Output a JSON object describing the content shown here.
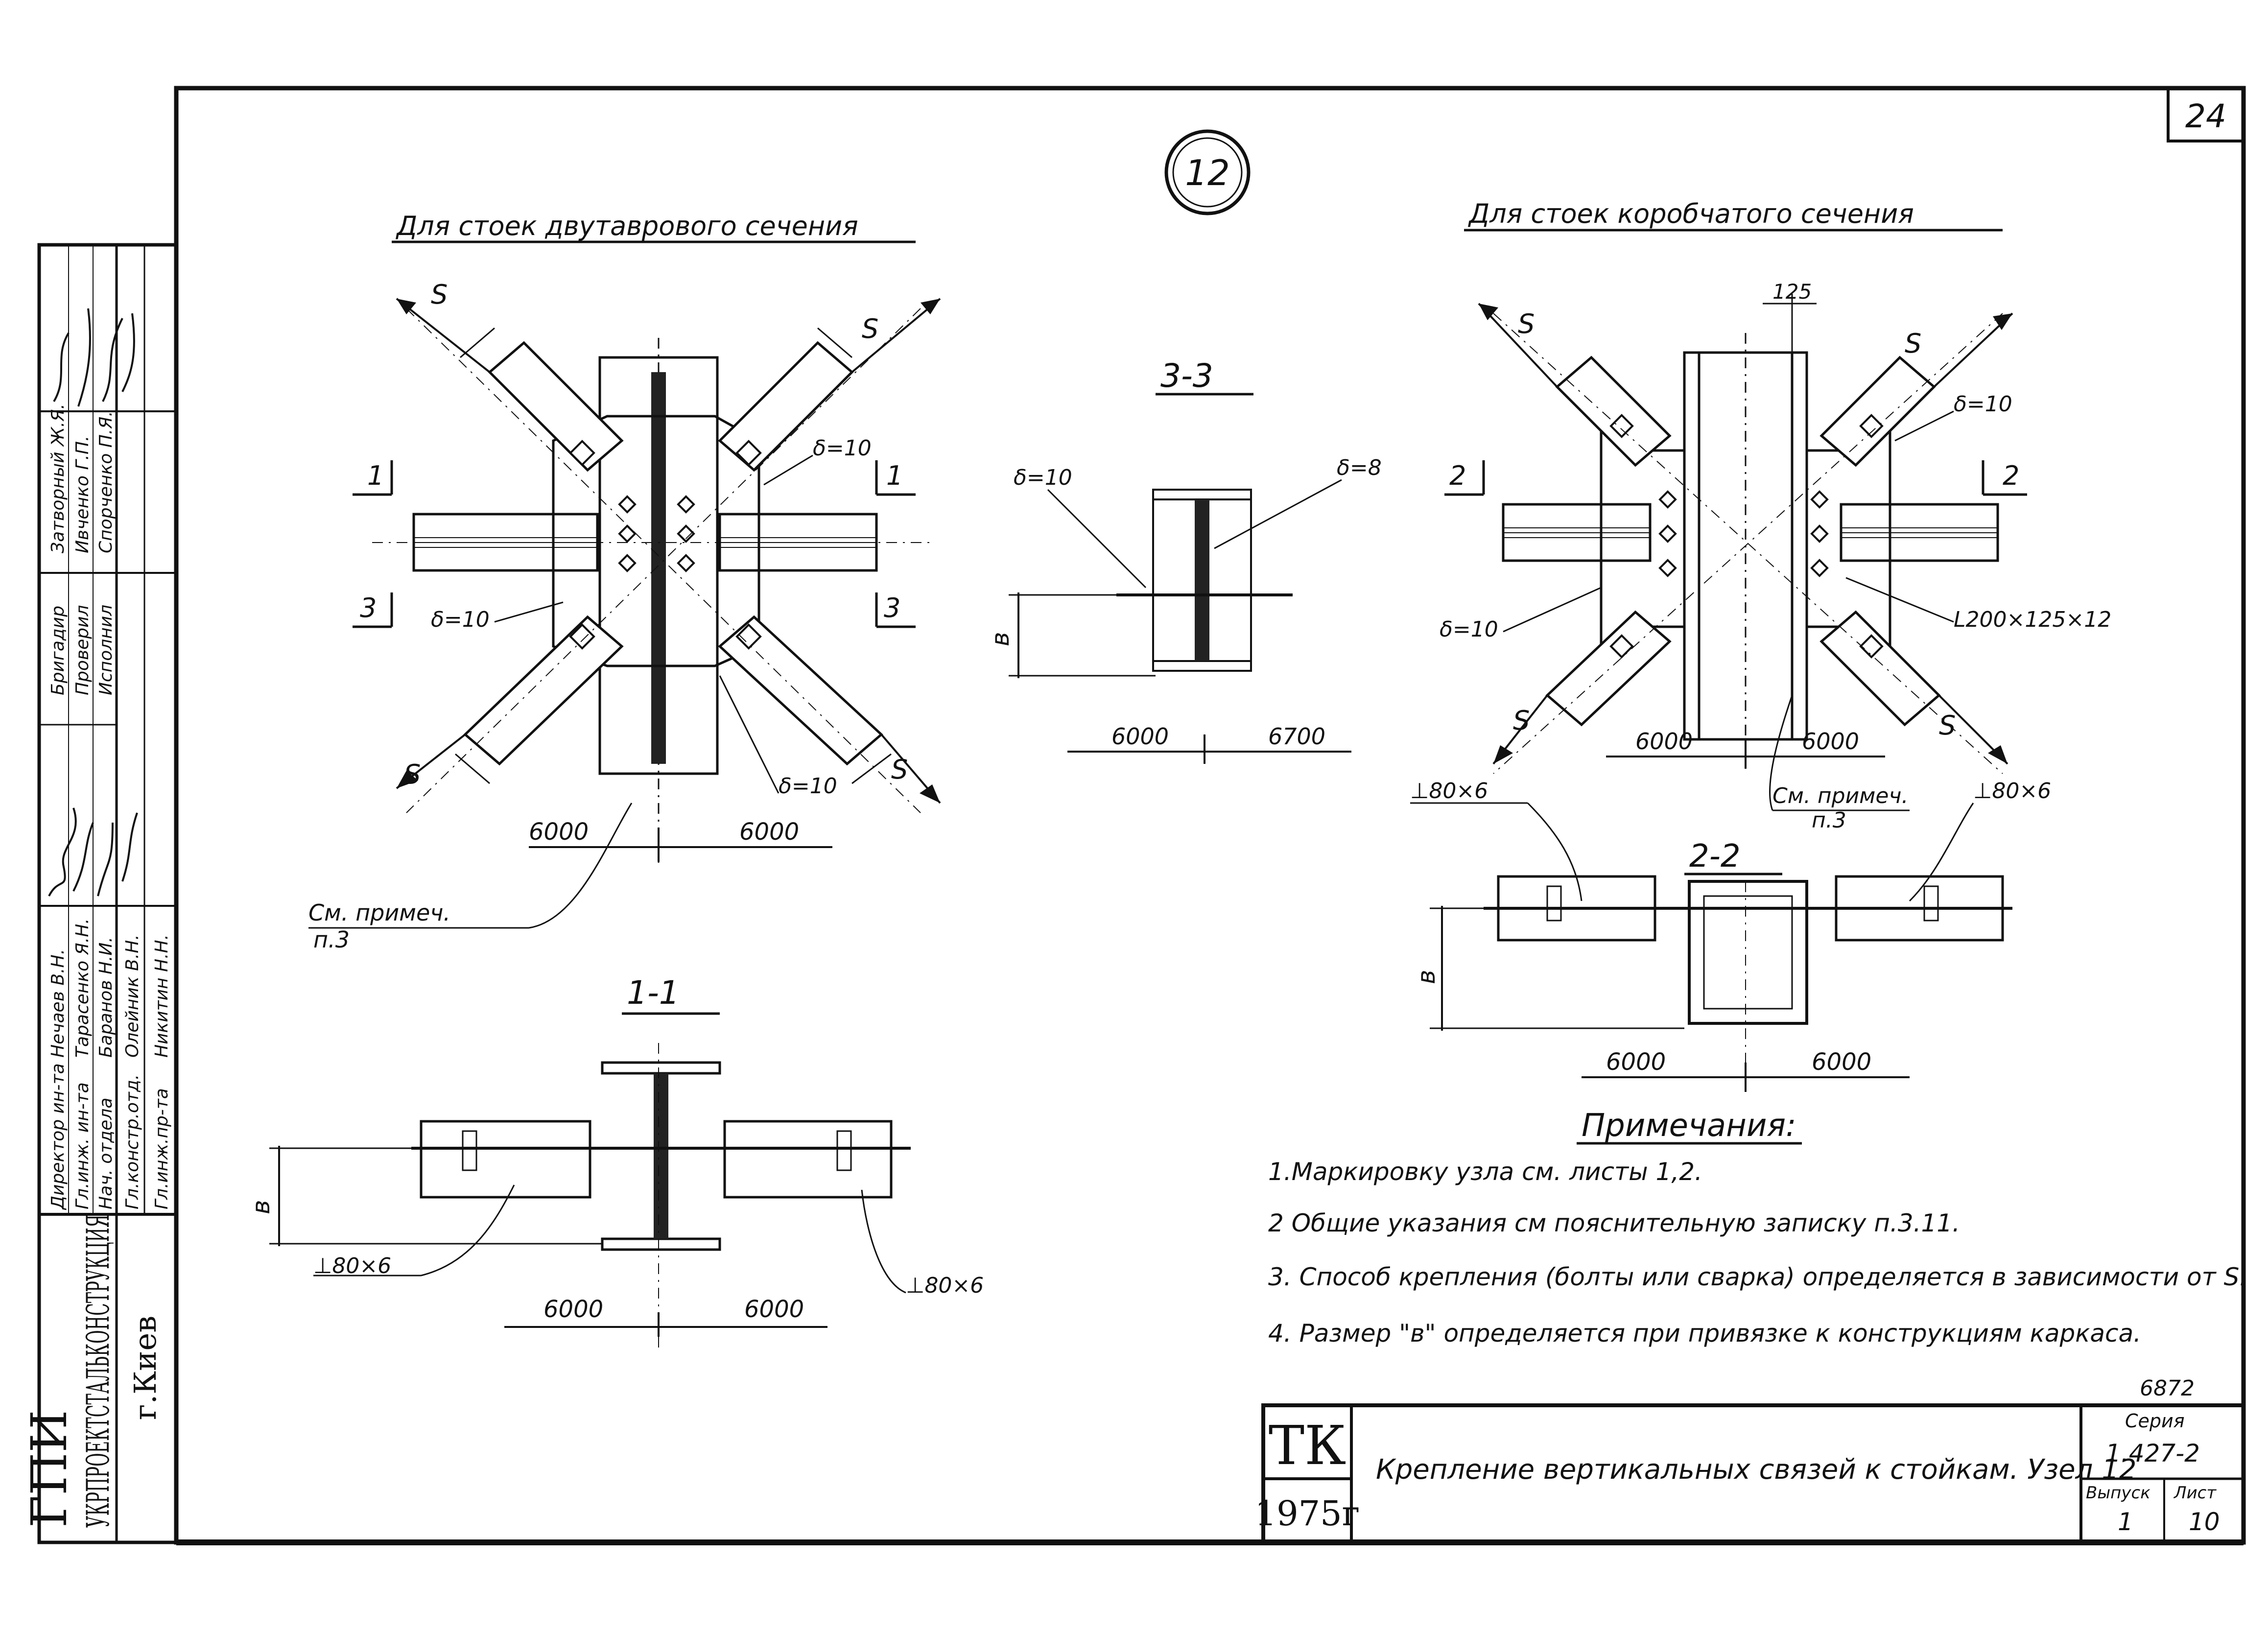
{
  "sheet_number": "24",
  "node_marker": "12",
  "left_view": {
    "title": "Для стоек двутаврового сечения"
  },
  "right_view": {
    "title": "Для стоек коробчатого сечения"
  },
  "labels": {
    "s": "S",
    "d10": "δ=10",
    "d8": "δ=8",
    "dim6000": "6000",
    "dim6700": "6700",
    "b": "в",
    "cut1": "1",
    "cut2": "2",
    "cut3": "3",
    "dim125": "125",
    "angle": "L200×125×12",
    "plate80": "⊥80×6",
    "see_note": "См. примеч.",
    "see_note_p": "п.3"
  },
  "sections": {
    "s33": "3-3",
    "s11": "1-1",
    "s22": "2-2"
  },
  "notes": {
    "heading": "Примечания:",
    "items": [
      "1.Маркировку узла см. листы 1,2.",
      "2 Общие указания см пояснительную записку п.3.11.",
      "3. Способ крепления (болты или сварка) определяется в зависимости от S.",
      "4. Размер \"в\" определяется при привязке к конструкциям каркаса."
    ]
  },
  "stamp": {
    "org_short": "ГПИ",
    "org_full": "УКРПРОЕКТСТАЛЬКОНСТРУКЦИЯ",
    "city": "г.Киев",
    "tk": "ТК",
    "year": "1975г",
    "title": "Крепление вертикальных связей к стойкам. Узел 12",
    "code": "6872",
    "series_label": "Серия",
    "series_value": "1.427-2",
    "issue_label": "Выпуск",
    "issue_value": "1",
    "sheet_label": "Лист",
    "sheet_value": "10"
  },
  "signatures": {
    "roles": [
      "Директор ин-та",
      "Гл.инж. ин-та",
      "Нач. отдела",
      "Гл.констр.отд.",
      "Гл.инж.пр-та",
      "Бригадир",
      "Проверил",
      "Исполнил"
    ],
    "names": [
      "Нечаев В.Н.",
      "Тарасенко Я.Н.",
      "Баранов Н.И.",
      "Олейник В.Н.",
      "Никитин Н.Н.",
      "Затворный Ж.Я.",
      "Ивченко Г.П.",
      "Спорченко П.Я."
    ]
  }
}
